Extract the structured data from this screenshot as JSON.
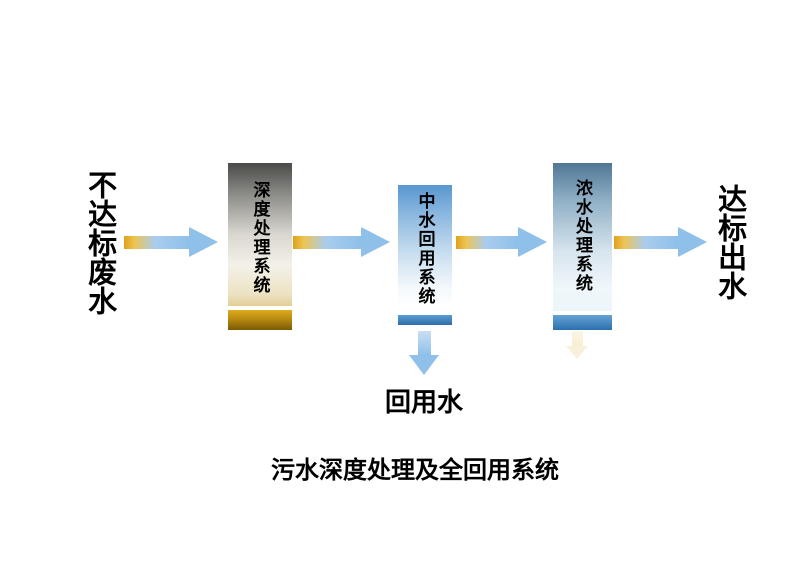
{
  "diagram": {
    "title": "污水深度处理及全回用系统",
    "input_label": "不达标废水",
    "output_label": "达标出水",
    "reuse_output_label": "回用水",
    "stages": [
      {
        "label": "深度处理系统"
      },
      {
        "label": "中水回用系统"
      },
      {
        "label": "浓水处理系统"
      }
    ]
  },
  "colors": {
    "background": "#ffffff",
    "text": "#000000",
    "arrow_blue": "#8fc0ea",
    "arrow_gold": "#dfa11a",
    "stage1_band_gold": "#b98a10",
    "stage2_band_blue": "#3e86c6",
    "stage3_band_blue": "#2f72ae"
  }
}
